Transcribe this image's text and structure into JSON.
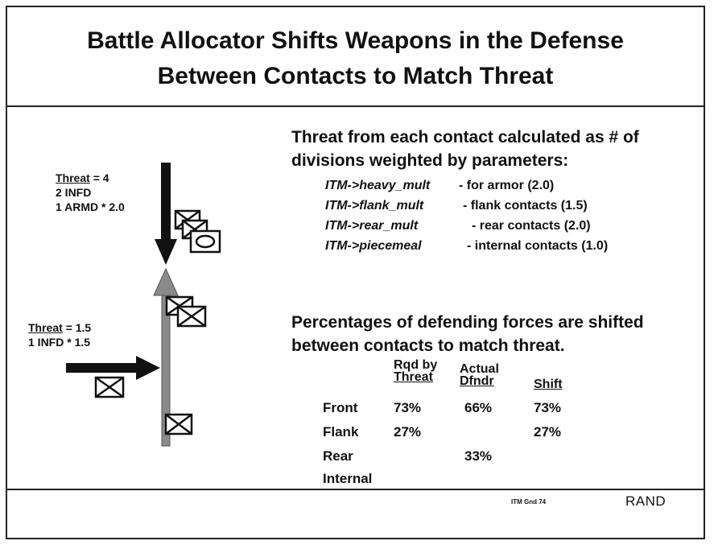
{
  "title": {
    "line1": "Battle Allocator Shifts Weapons in the Defense",
    "line2": "Between Contacts to Match Threat"
  },
  "threat_calc": {
    "heading_line1": "Threat from each contact calculated as # of",
    "heading_line2": "divisions weighted by parameters:",
    "params": [
      {
        "name": "ITM->heavy_mult",
        "desc": "- for armor (2.0)"
      },
      {
        "name": "ITM->flank_mult",
        "desc": "- flank contacts (1.5)"
      },
      {
        "name": "ITM->rear_mult",
        "desc": "- rear contacts (2.0)"
      },
      {
        "name": "ITM->piecemeal",
        "desc": "- internal contacts (1.0)"
      }
    ]
  },
  "percentages": {
    "heading_line1": "Percentages of defending forces are shifted",
    "heading_line2": "between contacts to match threat.",
    "columns": {
      "rqd_line1": "Rqd by",
      "rqd_line2": "Threat",
      "actual_line1": "Actual",
      "actual_line2": "Dfndr",
      "shift": "Shift"
    },
    "rows": [
      {
        "label": "Front",
        "rqd": "73%",
        "actual": "66%",
        "shift": "73%"
      },
      {
        "label": "Flank",
        "rqd": "27%",
        "actual": "",
        "shift": "27%"
      },
      {
        "label": "Rear",
        "rqd": "",
        "actual": "33%",
        "shift": ""
      },
      {
        "label": "Internal",
        "rqd": "",
        "actual": "",
        "shift": ""
      }
    ]
  },
  "diagram": {
    "front_threat": {
      "word": "Threat",
      "value": "= 4",
      "line2": "2 INFD",
      "line3": "1 ARMD * 2.0"
    },
    "flank_threat": {
      "word": "Threat",
      "value": "= 1.5",
      "line2": "1 INFD * 1.5"
    }
  },
  "footer": {
    "code": "ITM Gnd 74",
    "brand": "RAND"
  }
}
